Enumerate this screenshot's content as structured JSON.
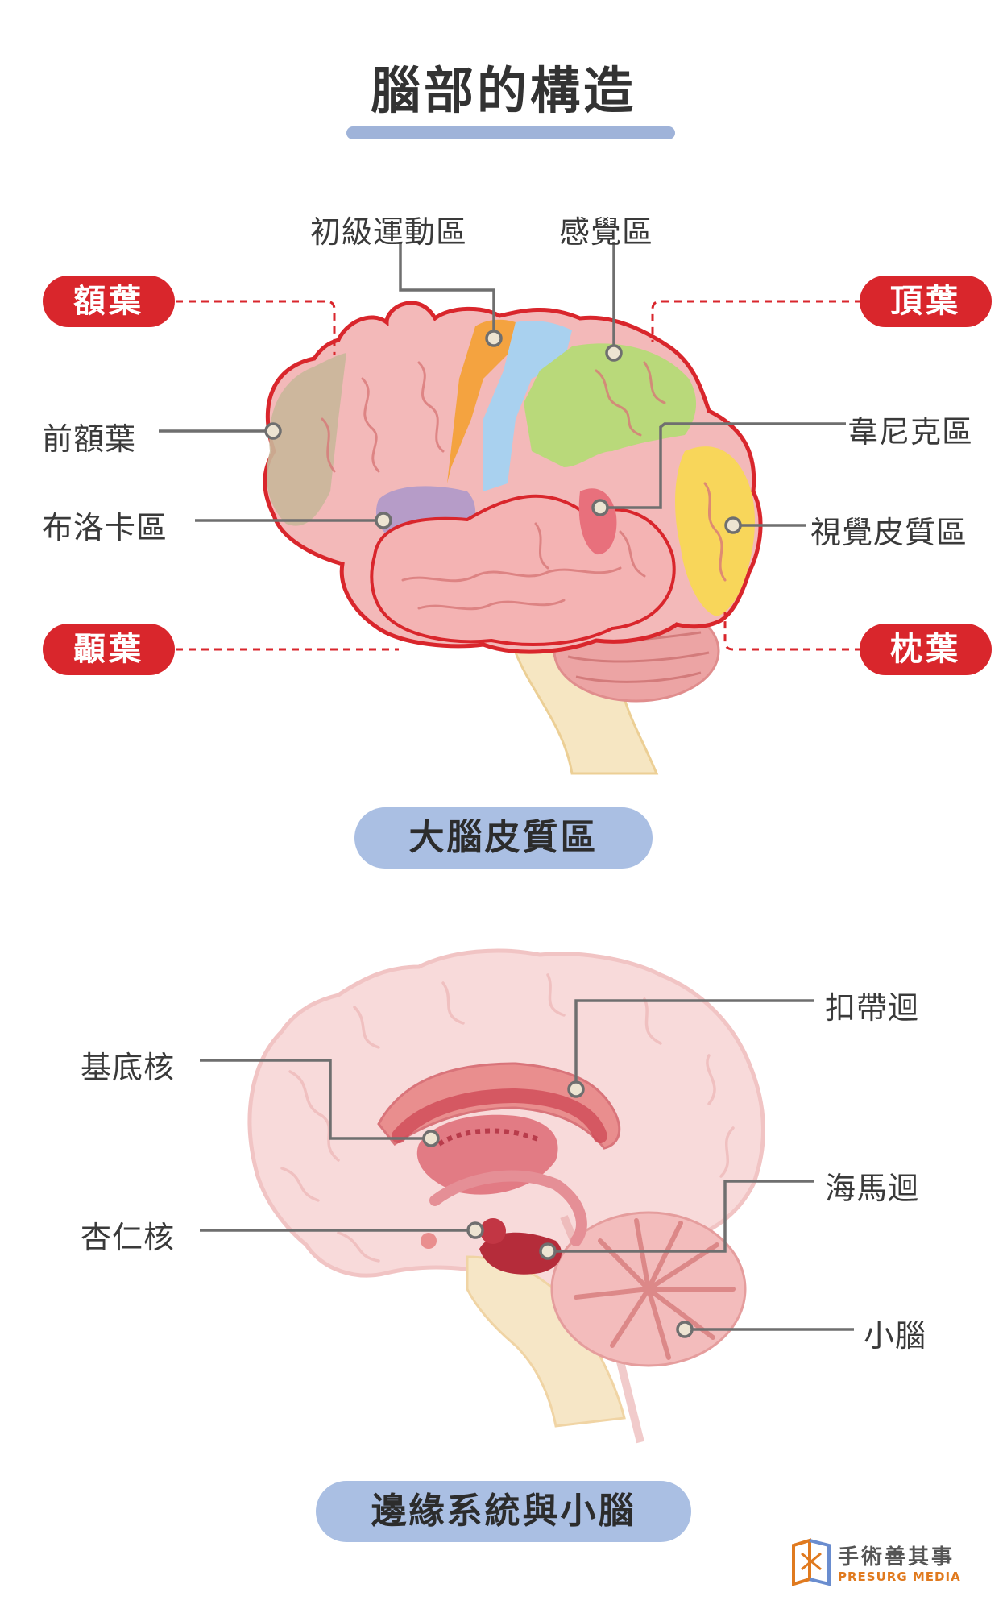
{
  "title": "腦部的構造",
  "cortex": {
    "section_label": "大腦皮質區",
    "lobes": {
      "frontal": "額葉",
      "parietal": "頂葉",
      "temporal": "顳葉",
      "occipital": "枕葉"
    },
    "regions": {
      "primary_motor": "初級運動區",
      "sensory": "感覺區",
      "prefrontal": "前額葉",
      "broca": "布洛卡區",
      "wernicke": "韋尼克區",
      "visual_cortex": "視覺皮質區"
    }
  },
  "limbic": {
    "section_label": "邊緣系統與小腦",
    "regions": {
      "cingulate": "扣帶迴",
      "basal_ganglia": "基底核",
      "hippocampus": "海馬迴",
      "amygdala": "杏仁核",
      "cerebellum": "小腦"
    }
  },
  "logo": {
    "name": "手術善其事",
    "name_en": "PRESURG MEDIA"
  },
  "colors": {
    "lobe_badge": "#d9262c",
    "section_pill": "#aabfe3",
    "brain_pink": "#f3b9b9",
    "brain_outline": "#d9262c"
  }
}
